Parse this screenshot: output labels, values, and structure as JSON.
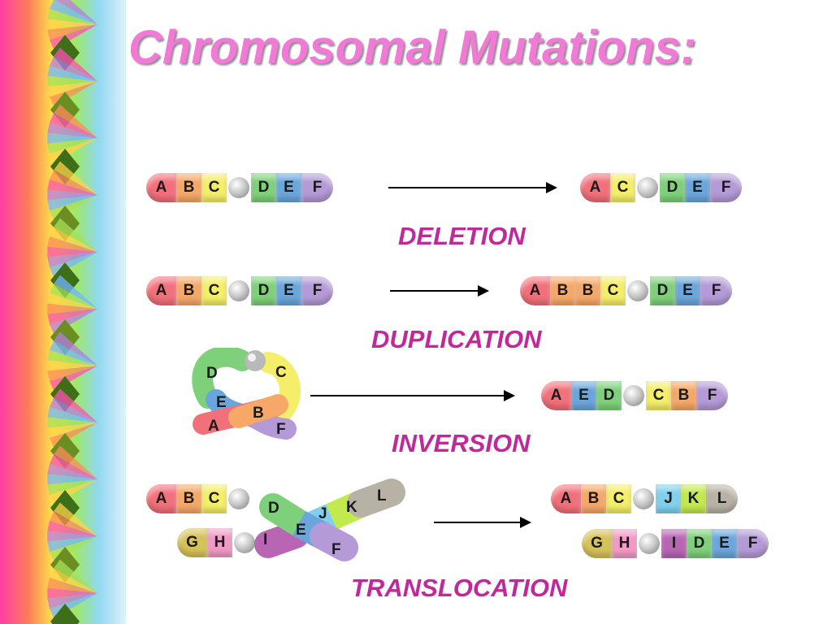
{
  "title": "Chromosomal Mutations:",
  "colors": {
    "title": "#f07ad6",
    "label": "#c0299a",
    "A": "#f2707a",
    "B": "#f7a868",
    "C": "#f5ee6a",
    "D": "#7ed07a",
    "E": "#6aa6dc",
    "F": "#b49ad6",
    "G": "#d6c25a",
    "H": "#f29ac6",
    "I": "#b866b4",
    "J": "#7fd0ee",
    "K": "#c2ea4e",
    "L": "#b8b2a6"
  },
  "mutations": [
    {
      "label": "DELETION",
      "before": {
        "left": [
          "A",
          "B",
          "C"
        ],
        "right": [
          "D",
          "E",
          "F"
        ]
      },
      "after": {
        "left": [
          "A",
          "C"
        ],
        "right": [
          "D",
          "E",
          "F"
        ]
      }
    },
    {
      "label": "DUPLICATION",
      "before": {
        "left": [
          "A",
          "B",
          "C"
        ],
        "right": [
          "D",
          "E",
          "F"
        ]
      },
      "after": {
        "left": [
          "A",
          "B",
          "B",
          "C"
        ],
        "right": [
          "D",
          "E",
          "F"
        ]
      }
    },
    {
      "label": "INVERSION",
      "before_letters": [
        "D",
        "C",
        "E",
        "B",
        "A",
        "F"
      ],
      "after": {
        "left": [
          "A",
          "E",
          "D"
        ],
        "right": [
          "C",
          "B",
          "F"
        ]
      }
    },
    {
      "label": "TRANSLOCATION",
      "before_top": {
        "left": [
          "A",
          "B",
          "C"
        ],
        "crossing": [
          "D",
          "E",
          "F"
        ]
      },
      "before_bottom": {
        "left": [
          "G",
          "H"
        ],
        "crossing": [
          "I",
          "J",
          "K",
          "L"
        ]
      },
      "after_top": {
        "left": [
          "A",
          "B",
          "C"
        ],
        "right": [
          "J",
          "K",
          "L"
        ]
      },
      "after_bottom": {
        "left": [
          "G",
          "H"
        ],
        "right": [
          "I",
          "D",
          "E",
          "F"
        ]
      }
    }
  ]
}
